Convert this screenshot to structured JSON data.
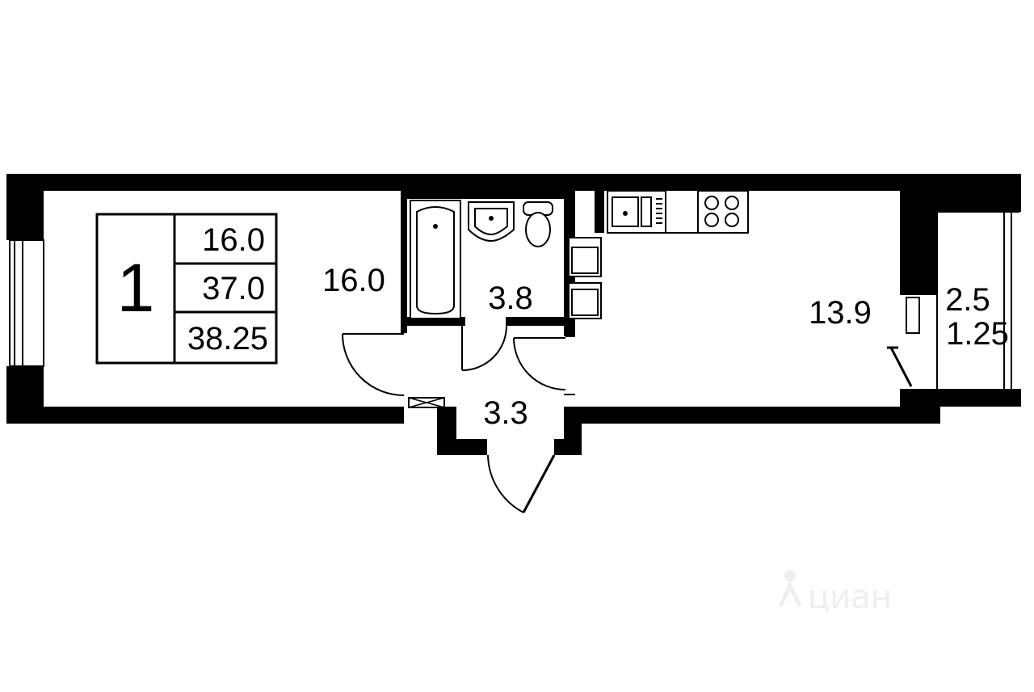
{
  "legend": {
    "rooms": "1",
    "living_area": "16.0",
    "total_area": "37.0",
    "total_area_with_balcony": "38.25"
  },
  "rooms": {
    "living_room": "16.0",
    "bathroom": "3.8",
    "kitchen": "13.9",
    "hallway": "3.3",
    "balcony": "2.5",
    "balcony_reduced": "1.25"
  },
  "watermark": "циан"
}
